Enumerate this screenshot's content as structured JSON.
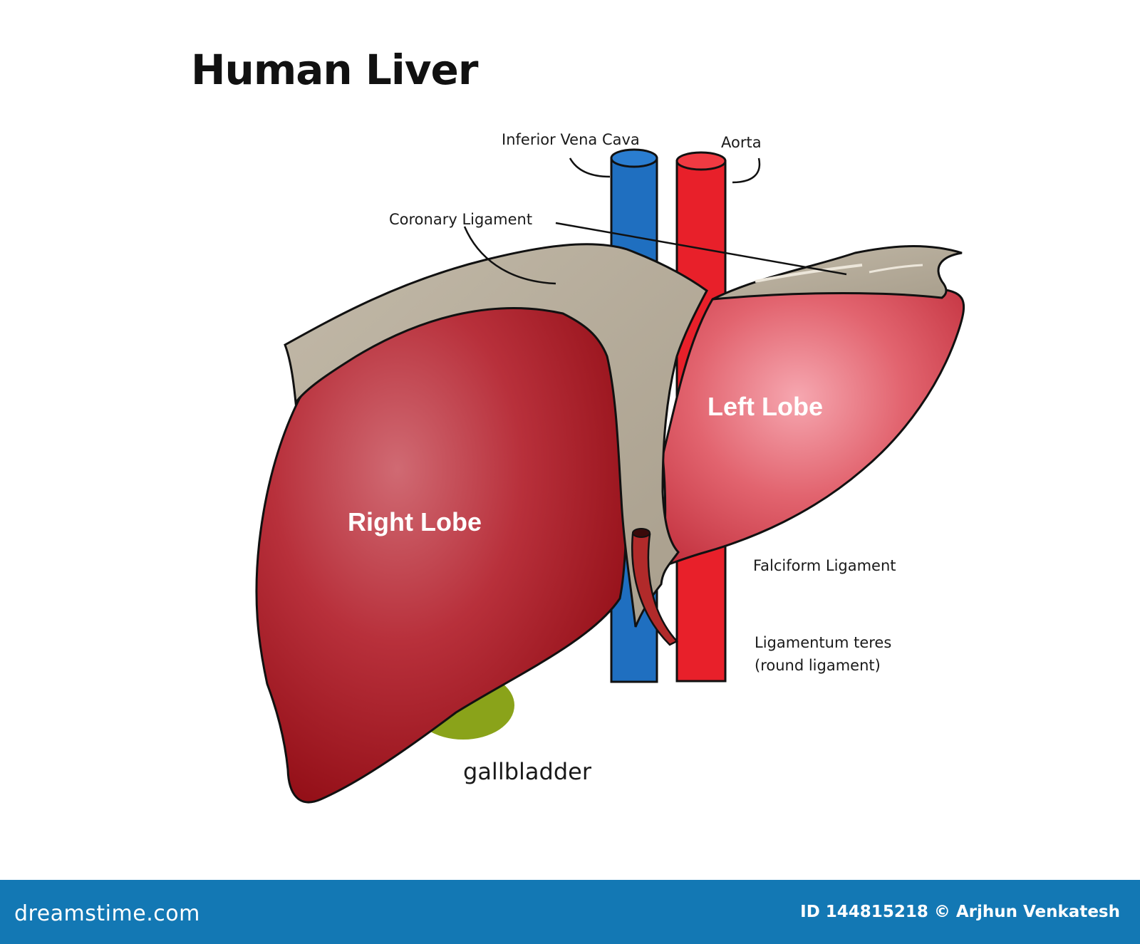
{
  "title": "Human Liver",
  "labels": {
    "ivc": "Inferior Vena Cava",
    "aorta": "Aorta",
    "coronary": "Coronary Ligament",
    "left_lobe": "Left Lobe",
    "right_lobe": "Right Lobe",
    "falciform": "Falciform Ligament",
    "teres_line1": "Ligamentum teres",
    "teres_line2": "(round ligament)",
    "gallbladder": "gallbladder"
  },
  "footer": {
    "brand": "dreamstime.com",
    "credit": "ID 144815218 © Arjhun Venkatesh"
  },
  "colors": {
    "right_lobe": "#a8121e",
    "left_lobe": "#e05a6a",
    "ligament": "#b3a998",
    "vena_cava": "#1f6fc0",
    "aorta": "#e8202a",
    "gallbladder": "#8aa31a",
    "footer_bar": "#1378b4"
  }
}
